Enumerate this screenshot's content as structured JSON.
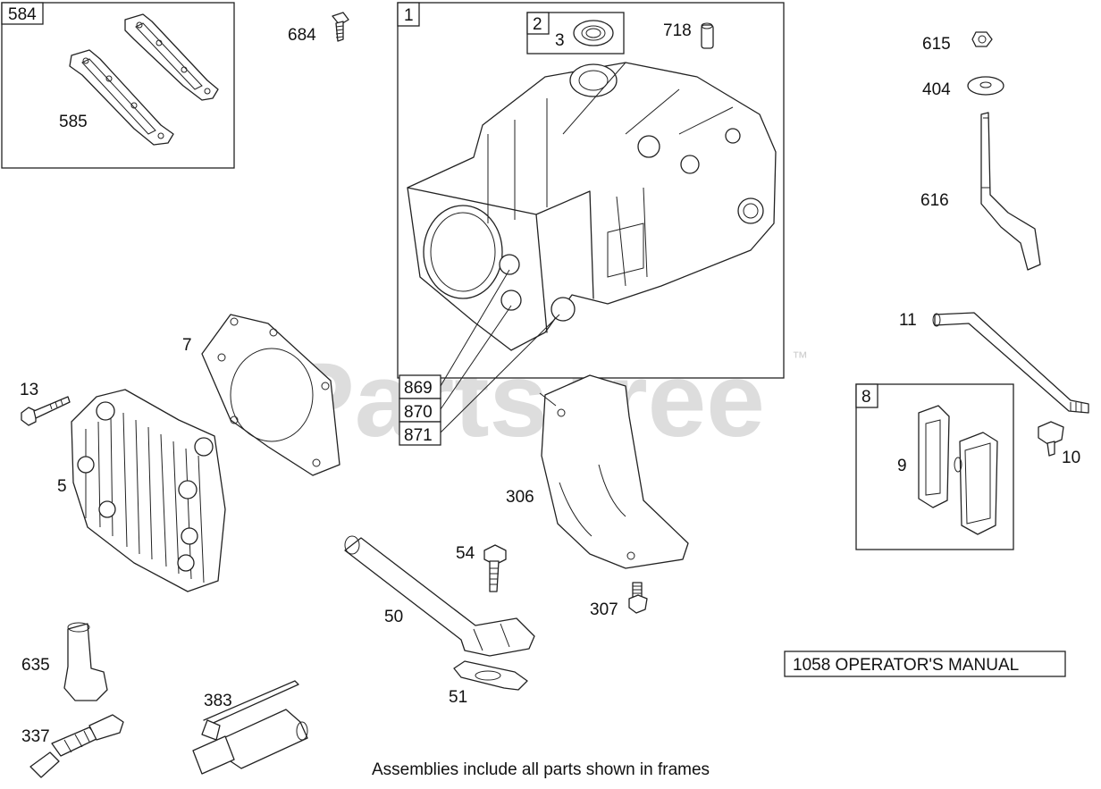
{
  "watermark": {
    "text": "PartsTree",
    "trademark": "™"
  },
  "footer_note": "Assemblies include all parts shown in frames",
  "manual_note": "1058 OPERATOR'S MANUAL",
  "parts": {
    "p584": "584",
    "p585": "585",
    "p684": "684",
    "p1": "1",
    "p2": "2",
    "p3": "3",
    "p718": "718",
    "p615": "615",
    "p404": "404",
    "p616": "616",
    "p11": "11",
    "p7": "7",
    "p13": "13",
    "p5": "5",
    "p869": "869",
    "p870": "870",
    "p871": "871",
    "p8": "8",
    "p9": "9",
    "p10": "10",
    "p306": "306",
    "p54": "54",
    "p307": "307",
    "p50": "50",
    "p51": "51",
    "p635": "635",
    "p383": "383",
    "p337": "337"
  }
}
